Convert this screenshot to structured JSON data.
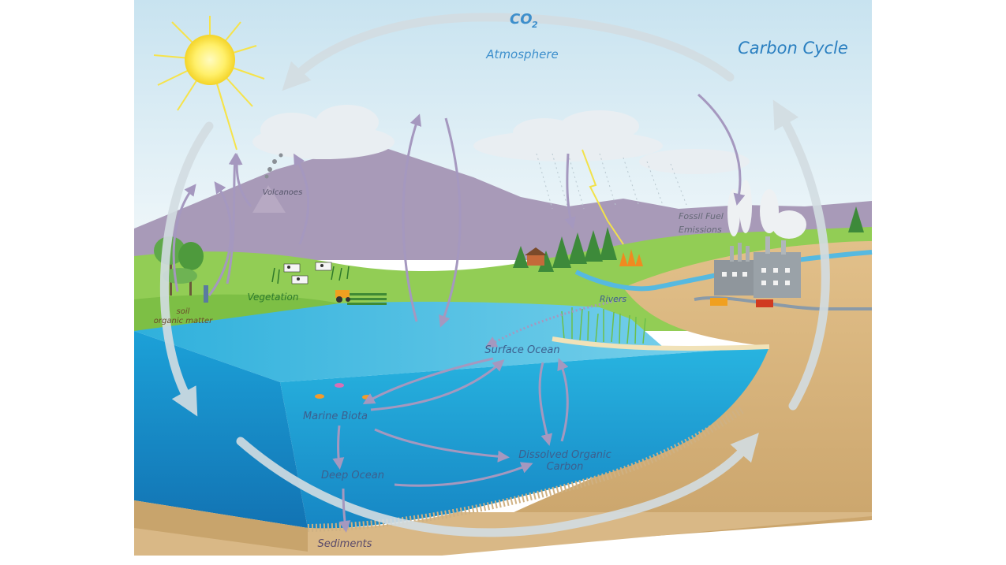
{
  "title": "Carbon Cycle",
  "labels": {
    "co2": "CO",
    "co2_sub": "2",
    "atmosphere": "Atmosphere",
    "volcanoes": "Volcanoes",
    "fossil_fuel_line1": "Fossil Fuel",
    "fossil_fuel_line2": "Emissions",
    "soil_line1": "soil",
    "soil_line2": "organic matter",
    "vegetation": "Vegetation",
    "rivers": "Rivers",
    "surface_ocean": "Surface Ocean",
    "marine_biota": "Marine Biota",
    "doc_line1": "Dissolved Organic",
    "doc_line2": "Carbon",
    "deep_ocean": "Deep Ocean",
    "sediments": "Sediments"
  },
  "colors": {
    "title": "#2a7fc0",
    "sky_top": "#cfe6f2",
    "sky_bottom": "#eaf4f8",
    "mountain": "#a99ab7",
    "land": "#8fcf52",
    "sand": "#d9b680",
    "ocean_surface": "#3db7df",
    "ocean_deep": "#1a9fd4",
    "arrow_cycle": "#cfd9de",
    "arrow_flux": "#a598bf",
    "label_ocean": "#3d5f8e"
  }
}
